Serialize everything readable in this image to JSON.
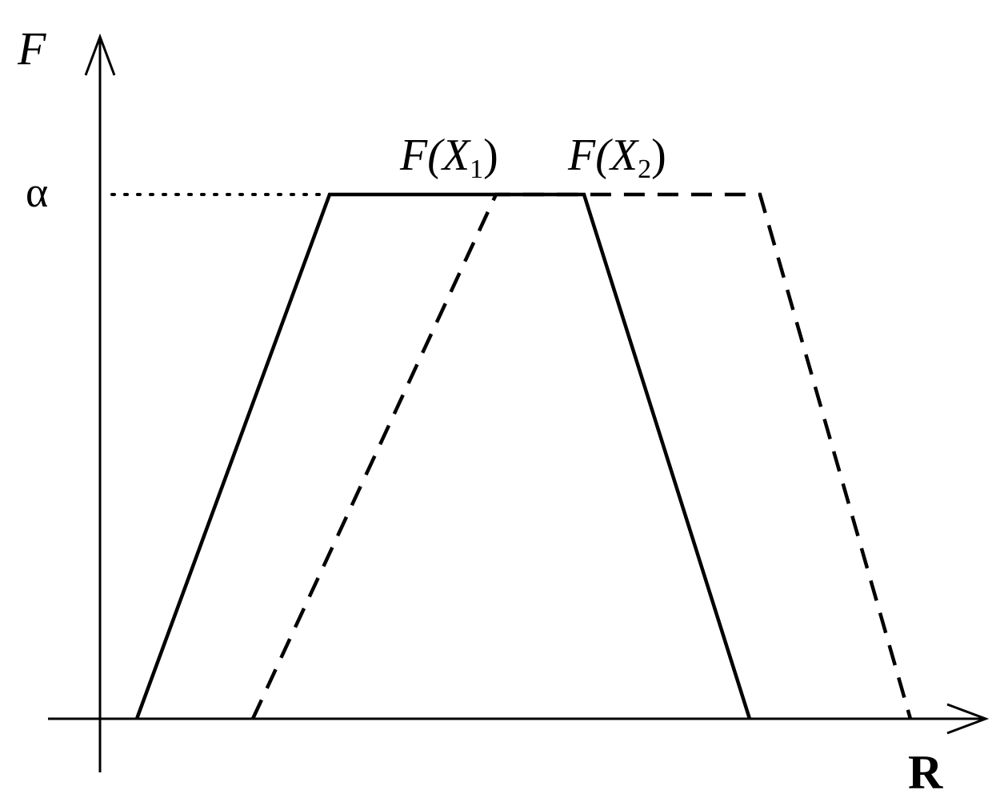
{
  "y_axis": {
    "label": "F"
  },
  "x_axis": {
    "label": "R"
  },
  "alpha_label": "α",
  "curves": [
    {
      "label_main": "F(X",
      "label_sub": "1",
      "label_close": ")",
      "style": "solid",
      "color": "#000000"
    },
    {
      "label_main": "F(X",
      "label_sub": "2",
      "label_close": ")",
      "style": "dashed",
      "color": "#000000"
    }
  ]
}
